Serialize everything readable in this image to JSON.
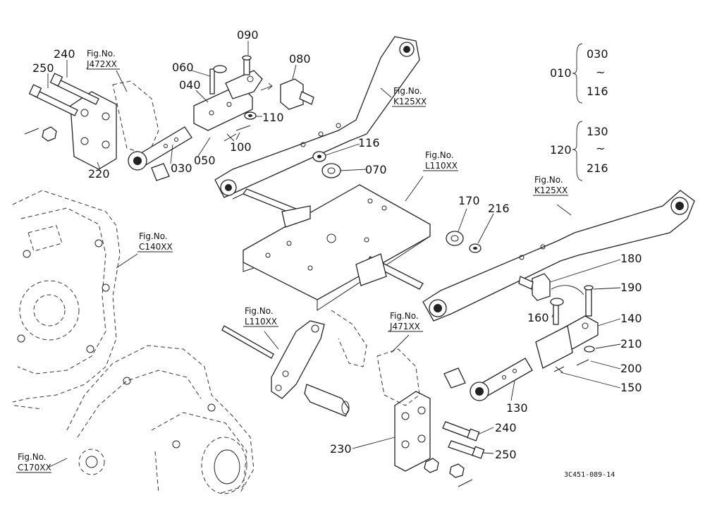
{
  "diagram": {
    "drawing_code": "3C451-089-14",
    "groups": [
      {
        "label": "010",
        "from": "030",
        "tilde": "~",
        "to": "116"
      },
      {
        "label": "120",
        "from": "130",
        "tilde": "~",
        "to": "216"
      }
    ],
    "fig_refs": [
      {
        "line1": "Fig.No.",
        "line2": "J472XX"
      },
      {
        "line1": "Fig.No.",
        "line2": "K125XX"
      },
      {
        "line1": "Fig.No.",
        "line2": "L110XX"
      },
      {
        "line1": "Fig.No.",
        "line2": "K125XX"
      },
      {
        "line1": "Fig.No.",
        "line2": "C140XX"
      },
      {
        "line1": "Fig.No.",
        "line2": "L110XX"
      },
      {
        "line1": "Fig.No.",
        "line2": "J471XX"
      },
      {
        "line1": "Fig.No.",
        "line2": "C170XX"
      }
    ],
    "part_numbers": [
      "240",
      "250",
      "060",
      "090",
      "080",
      "040",
      "110",
      "100",
      "050",
      "030",
      "220",
      "116",
      "070",
      "170",
      "216",
      "180",
      "190",
      "160",
      "140",
      "210",
      "200",
      "150",
      "130",
      "240",
      "230",
      "250"
    ]
  }
}
